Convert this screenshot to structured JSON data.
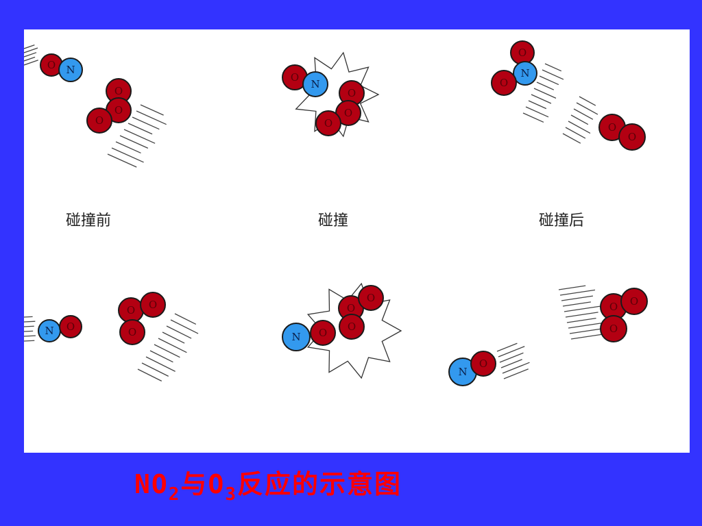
{
  "colors": {
    "background": "#3333ff",
    "panel": "#ffffff",
    "oxygen": "#b30012",
    "nitrogen": "#3399ee",
    "caption": "#ff0000"
  },
  "stages": {
    "before": "碰撞前",
    "collision": "碰撞",
    "after": "碰撞后"
  },
  "atoms": {
    "oxygen": "O",
    "nitrogen": "N"
  },
  "caption": {
    "part1": "NO",
    "sub1": "2",
    "part2": "与O",
    "sub2": "3",
    "part3": "反应的示意图"
  }
}
